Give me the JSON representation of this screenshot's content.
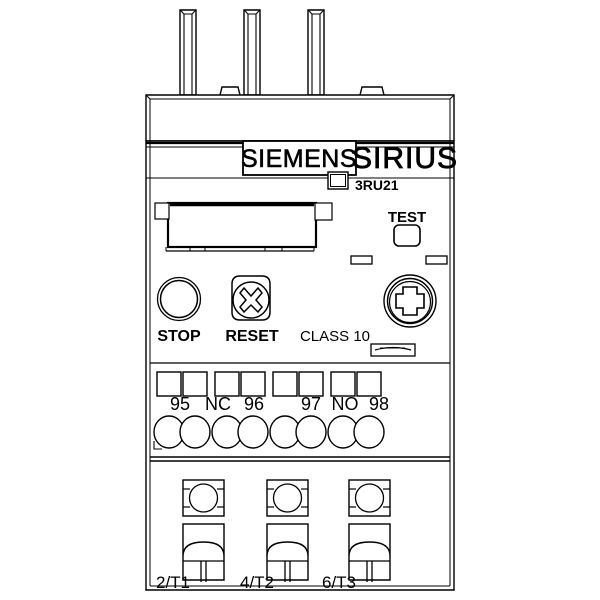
{
  "drawing": {
    "title": "SIEMENS SIRIUS 3RU21 Thermal Overload Relay - Front View",
    "line_color": "#000000",
    "fill_color": "#ffffff"
  },
  "brand": {
    "manufacturer": "SIEMENS",
    "product_family": "SIRIUS",
    "model_number": "3RU21"
  },
  "controls": {
    "stop_label": "STOP",
    "reset_label": "RESET",
    "test_label": "TEST",
    "class_label": "CLASS 10"
  },
  "aux_terminals": {
    "labels": [
      "95",
      "NC",
      "96",
      "97",
      "NO",
      "98"
    ],
    "square_count": 8,
    "circle_count": 8
  },
  "main_terminals": {
    "labels": [
      "2/T1",
      "4/T2",
      "6/T3"
    ],
    "count": 3
  },
  "top_contacts": {
    "count": 3
  }
}
